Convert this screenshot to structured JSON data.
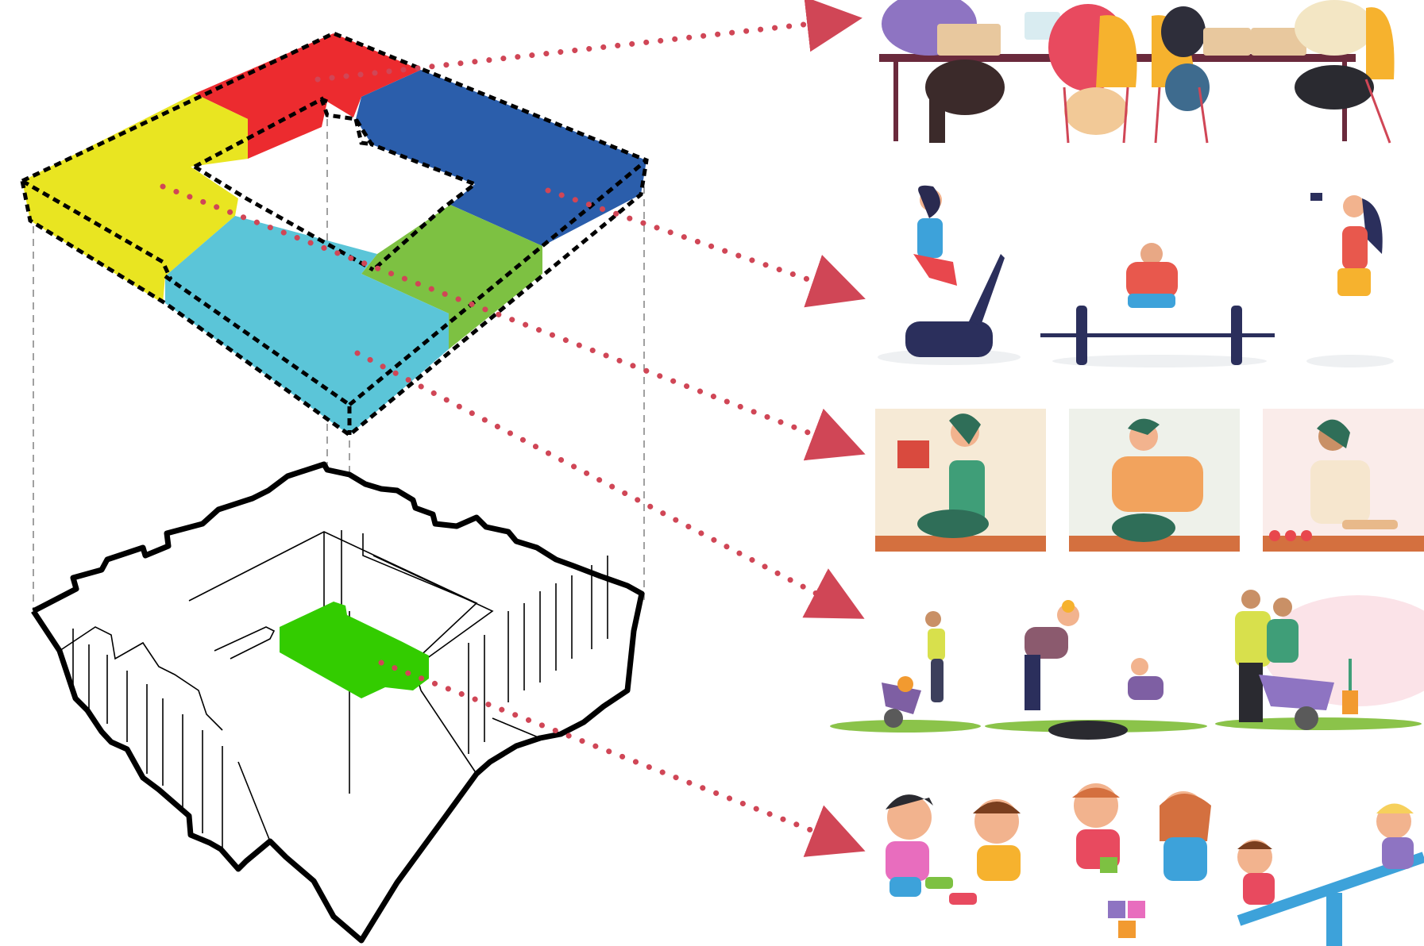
{
  "diagram": {
    "zones": [
      {
        "id": "office",
        "color": "#EC2B2F"
      },
      {
        "id": "work-desk",
        "color": "#E9E521"
      },
      {
        "id": "fitness",
        "color": "#2B5EAB"
      },
      {
        "id": "garden",
        "color": "#7DC142"
      },
      {
        "id": "kitchen",
        "color": "#5BC5D8"
      }
    ],
    "courtyard_color": "#33CC00",
    "arrow_color": "#D04656",
    "outline_color": "#000000",
    "guide_color": "#888888"
  },
  "illustrations": [
    {
      "id": "office",
      "label_icon": "people-at-desk-icon"
    },
    {
      "id": "fitness",
      "label_icon": "people-exercising-icon"
    },
    {
      "id": "cooking",
      "label_icon": "people-cooking-icon"
    },
    {
      "id": "gardening",
      "label_icon": "people-gardening-icon"
    },
    {
      "id": "children-play",
      "label_icon": "children-playing-icon"
    }
  ]
}
